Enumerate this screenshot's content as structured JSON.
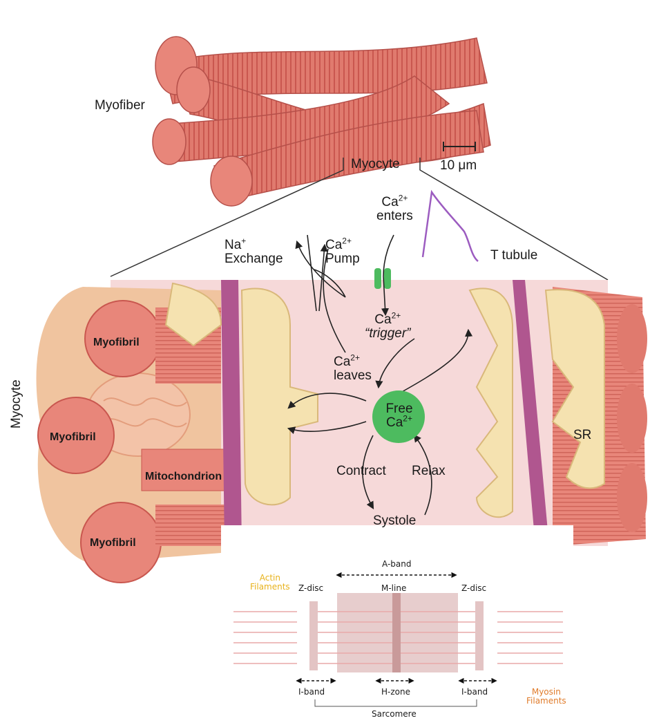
{
  "diagram": {
    "labels": {
      "myofiber": "Myofiber",
      "myocyte_top": "Myocyte",
      "scale": "10 μm",
      "na_exchange": [
        "Na",
        "+",
        "Exchange"
      ],
      "ca_pump": [
        "Ca",
        "2+",
        "Pump"
      ],
      "ca_enters": [
        "Ca",
        "2+",
        "enters"
      ],
      "t_tubule": "T tubule",
      "ca_trigger": [
        "Ca",
        "2+",
        "“trigger”"
      ],
      "ca_leaves": [
        "Ca",
        "2+",
        "leaves"
      ],
      "free_ca": [
        "Free",
        "Ca",
        "2+"
      ],
      "contract": "Contract",
      "relax": "Relax",
      "systole": "Systole",
      "myocyte_side": "Myocyte",
      "myofibril_1": "Myofibril",
      "myofibril_2": "Myofibril",
      "myofibril_3": "Myofibril",
      "mitochondrion": "Mitochondrion",
      "sr": "SR"
    },
    "sarcomere": {
      "a_band": "A-band",
      "z_disc_left": "Z-disc",
      "m_line": "M-line",
      "z_disc_right": "Z-disc",
      "actin": [
        "Actin",
        "Filaments"
      ],
      "myosin": [
        "Myosin",
        "Filaments"
      ],
      "i_band_left": "I-band",
      "h_zone": "H-zone",
      "i_band_right": "I-band",
      "sarcomere": "Sarcomere"
    },
    "colors": {
      "muscle": "#e07a6e",
      "muscle_dark": "#c9574f",
      "sr": "#f5e2b0",
      "tubule": "#b0568f",
      "calcium": "#4dbb5f",
      "trace": "#9c5cc0",
      "actin_text": "#e8b21a",
      "myosin_text": "#e07b2a",
      "sarcomere_band": "#e3c4c4"
    }
  }
}
